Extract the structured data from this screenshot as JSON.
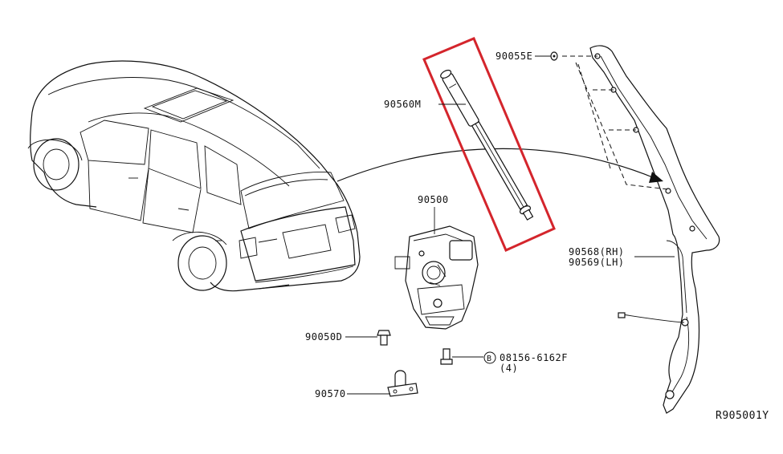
{
  "labels": {
    "part_90055E": "90055E",
    "part_90560M": "90560M",
    "part_90500": "90500",
    "part_90568": "90568(RH)",
    "part_90569": "90569(LH)",
    "part_90050D": "90050D",
    "part_08156": "08156-6162F",
    "part_08156_qty": "(4)",
    "bolt_symbol": "B",
    "part_90570": "90570",
    "ref_code": "R905001Y"
  },
  "colors": {
    "line": "#111111",
    "highlight": "#d4252c",
    "background": "#ffffff"
  }
}
